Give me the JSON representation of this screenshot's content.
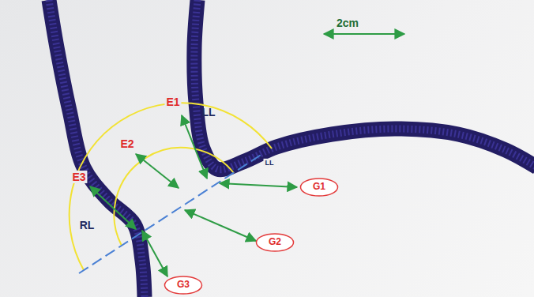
{
  "diagram": {
    "nodes": [
      {
        "text": [
          "G1"
        ]
      },
      {
        "text": [
          "G2"
        ]
      },
      {
        "text": [
          "G3"
        ]
      }
    ],
    "labels": [
      "2cm",
      "E1",
      "LL",
      "LL",
      "E2",
      "E3",
      "RL"
    ]
  }
}
